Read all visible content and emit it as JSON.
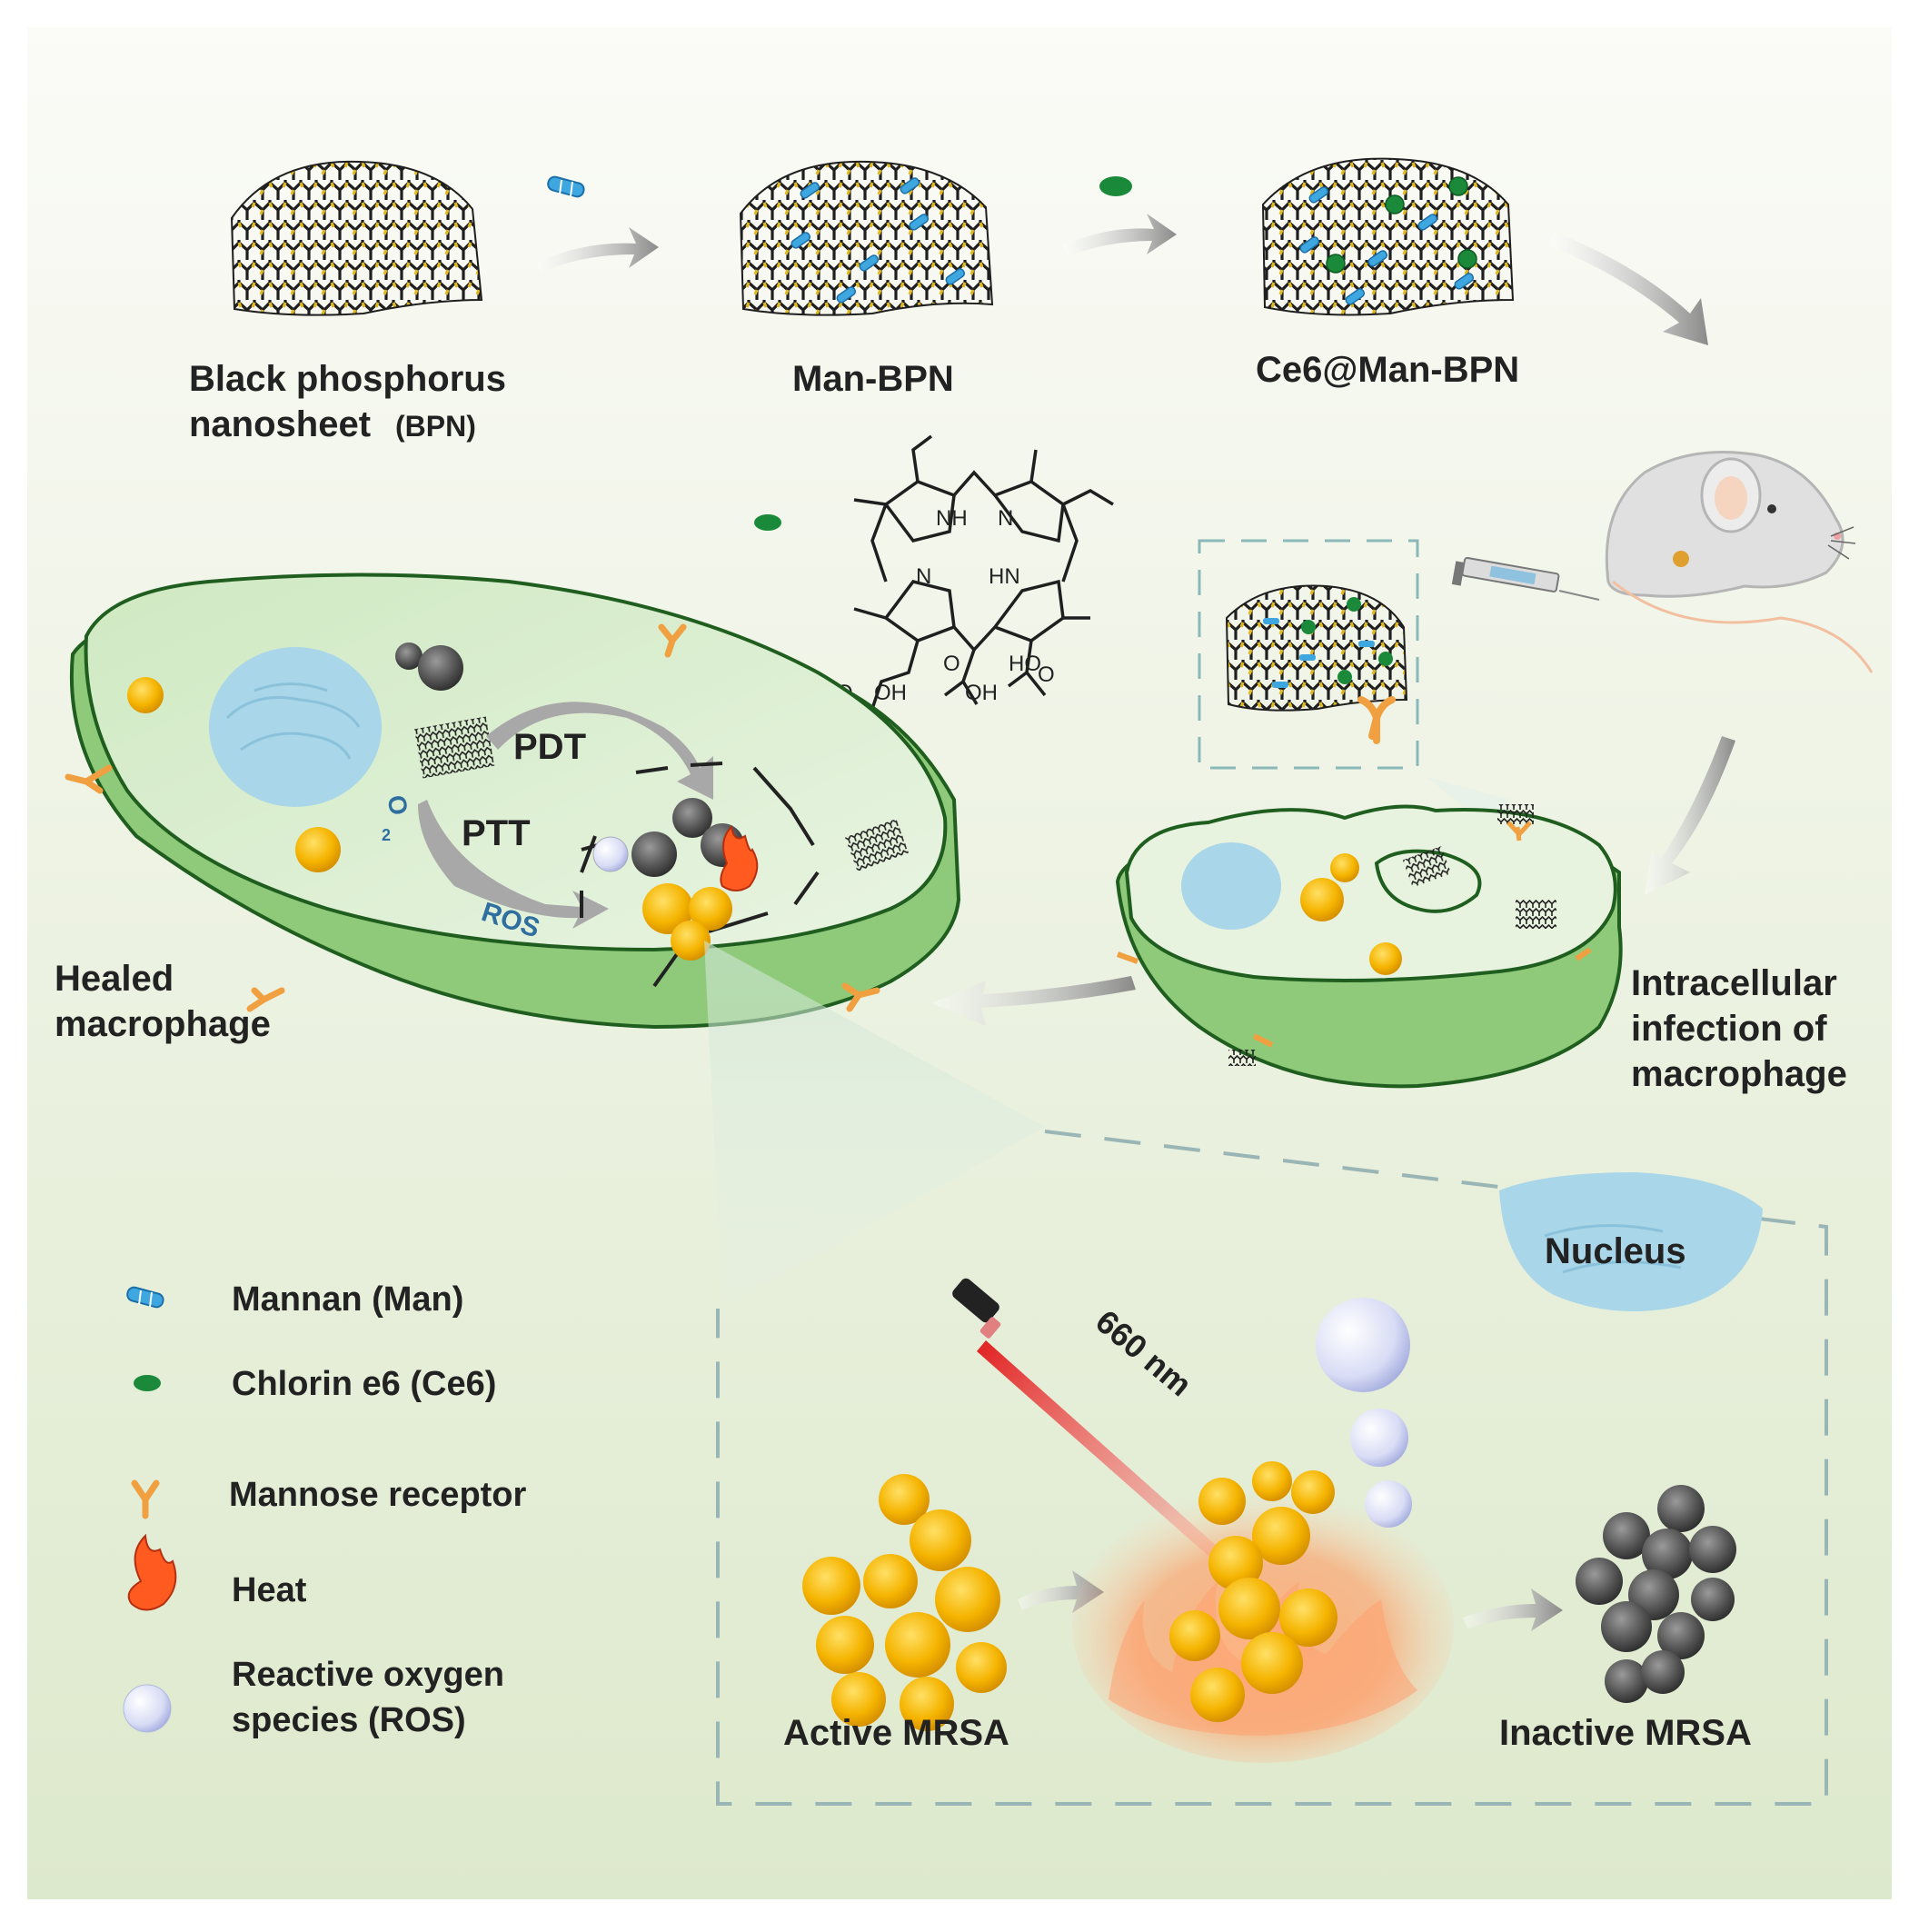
{
  "steps": {
    "bpn_line1": "Black phosphorus",
    "bpn_line2": "nanosheet",
    "bpn_abbr": "(BPN)",
    "man_bpn": "Man-BPN",
    "ce6_man_bpn": "Ce6@Man-BPN"
  },
  "molecule": {
    "nh": "NH",
    "n_top": "N",
    "n_left": "N",
    "hn": "HN",
    "ho": "HO",
    "o1": "O",
    "oh1": "OH",
    "o2": "O",
    "oh2": "OH",
    "o3": "O"
  },
  "healed_cell": {
    "pdt": "PDT",
    "ptt": "PTT",
    "o2": "O",
    "o2_sub": "2",
    "ros": "ROS",
    "label_line1": "Healed",
    "label_line2": "macrophage"
  },
  "infected_cell": {
    "label_line1": "Intracellular",
    "label_line2": "infection of",
    "label_line3": "macrophage"
  },
  "detail": {
    "nucleus": "Nucleus",
    "wavelength": "660 nm",
    "active": "Active MRSA",
    "inactive": "Inactive MRSA"
  },
  "legend": [
    {
      "icon": "mannan-icon",
      "label": "Mannan (Man)"
    },
    {
      "icon": "ce6-icon",
      "label": "Chlorin e6 (Ce6)"
    },
    {
      "icon": "mannose-receptor-icon",
      "label": "Mannose receptor"
    },
    {
      "icon": "heat-icon",
      "label": "Heat"
    },
    {
      "icon": "ros-icon",
      "label": "Reactive oxygen",
      "label2": "species (ROS)"
    }
  ],
  "colors": {
    "cell_green": "#bfe3b0",
    "cell_dark": "#2f6b2f",
    "bacteria": "#f5b400",
    "nucleus_blue": "#a9d6e8",
    "ce6_green": "#1a8a3a",
    "mannan_blue": "#3fa7e0",
    "receptor_orange": "#f0a040"
  }
}
